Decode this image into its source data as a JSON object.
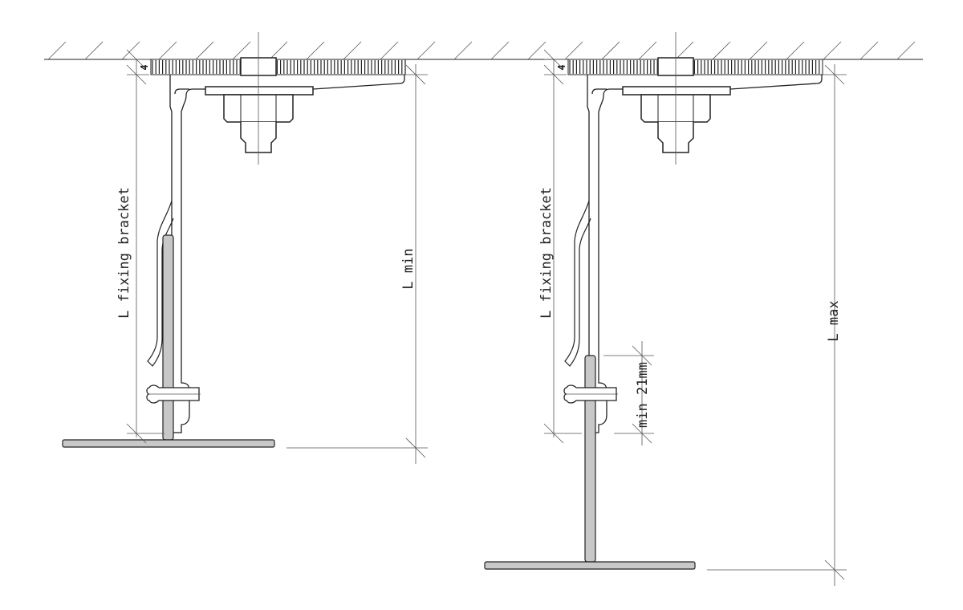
{
  "labels": {
    "fixing_bracket_left": "L fixing bracket",
    "fixing_bracket_right": "L fixing bracket",
    "l_min": "L min",
    "l_max": "L max",
    "min_overlap": "min 21mm",
    "gap_left": "4",
    "gap_right": "4"
  },
  "colors": {
    "line": "#222222",
    "thin": "#555555",
    "tbar_fill": "#c8c8c8"
  }
}
